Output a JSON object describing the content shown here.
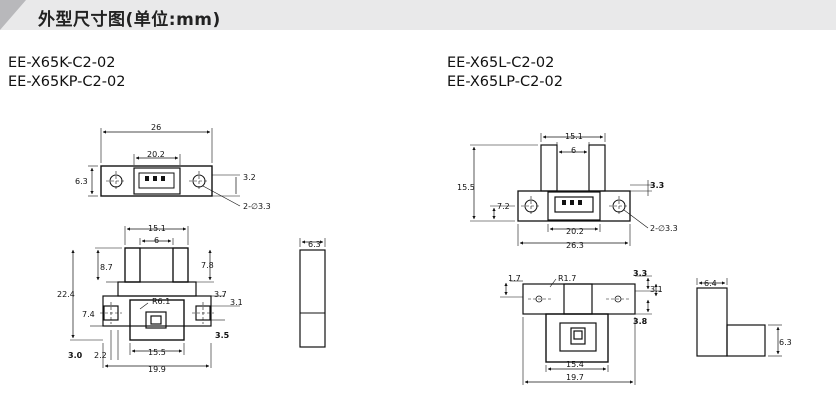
{
  "header": {
    "title": "外型尺寸图(单位:mm)"
  },
  "left_group": {
    "models": [
      "EE-X65K-C2-02",
      "EE-X65KP-C2-02"
    ],
    "top_view": {
      "width": "26",
      "inner": "20.2",
      "height": "6.3",
      "offset": "3.2",
      "holes": "2-∅3.3"
    },
    "front_view": {
      "gap": "15.1",
      "slot": "6",
      "arm_left": "8.7",
      "arm_right": "7.8",
      "total_h": "22.4",
      "radius": "R6.1",
      "d_37": "3.7",
      "d_31": "3.1",
      "d_74": "7.4",
      "d_35": "3.5",
      "d_155": "15.5",
      "d_30": "3.0",
      "d_22": "2.2",
      "d_199": "19.9"
    },
    "side_view": {
      "width": "6.3"
    }
  },
  "right_group": {
    "models": [
      "EE-X65L-C2-02",
      "EE-X65LP-C2-02"
    ],
    "top_view": {
      "gap": "15.1",
      "slot": "6",
      "height": "15.5",
      "h72": "7.2",
      "d33": "3.3",
      "inner": "20.2",
      "width": "26.3",
      "holes": "2-∅3.3"
    },
    "front_view": {
      "d17": "1.7",
      "radius": "R1.7",
      "d33": "3.3",
      "d31": "3.1",
      "d38": "3.8",
      "d154": "15.4",
      "d197": "19.7"
    },
    "side_view": {
      "width": "6.4",
      "height": "6.3"
    }
  }
}
